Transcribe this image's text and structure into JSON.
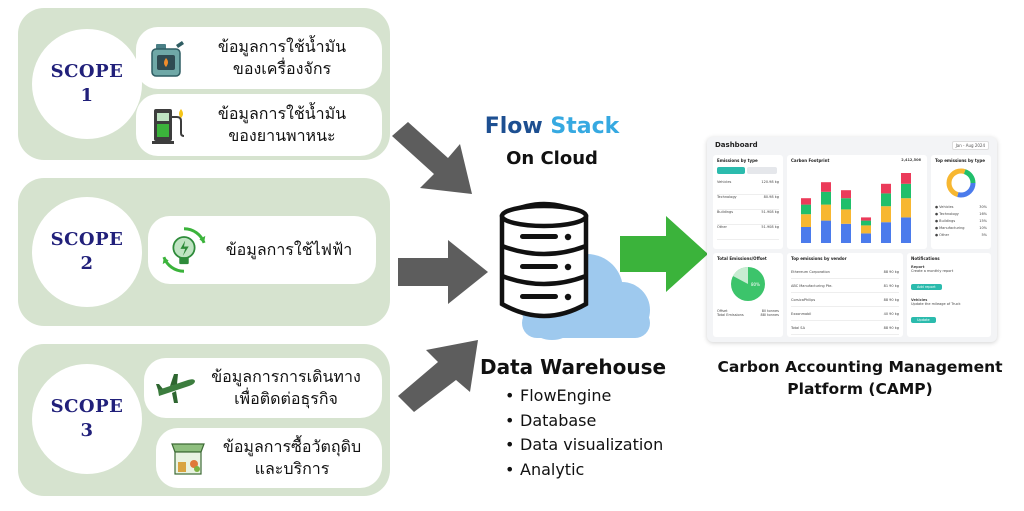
{
  "scopes": [
    {
      "label": "SCOPE",
      "number": "1",
      "items": [
        {
          "text": "ข้อมูลการใช้น้ำมัน\nของเครื่องจักร",
          "icon": "fuel-can-icon"
        },
        {
          "text": "ข้อมูลการใช้น้ำมัน\nของยานพาหนะ",
          "icon": "fuel-pump-icon"
        }
      ]
    },
    {
      "label": "SCOPE",
      "number": "2",
      "items": [
        {
          "text": "ข้อมูลการใช้ไฟฟ้า",
          "icon": "eco-bulb-icon"
        }
      ]
    },
    {
      "label": "SCOPE",
      "number": "3",
      "items": [
        {
          "text": "ข้อมูลการการเดินทาง\nเพื่อติดต่อธุรกิจ",
          "icon": "airplane-icon"
        },
        {
          "text": "ข้อมูลการซื้อวัตถุดิบ\nและบริการ",
          "icon": "market-stall-icon"
        }
      ]
    }
  ],
  "flowstack": {
    "word1": "Flow",
    "word2": "Stack",
    "subtitle": "On Cloud"
  },
  "warehouse": {
    "title": "Data Warehouse",
    "features": [
      "FlowEngine",
      "Database",
      "Data visualization",
      "Analytic"
    ]
  },
  "camp": {
    "title_line1": "Carbon Accounting Management",
    "title_line2": "Platform (CAMP)"
  },
  "dashboard": {
    "title": "Dashboard",
    "date_range": "Jan - Aug 2024",
    "cards": {
      "emissions_by_type": "Emissions by type",
      "carbon_footprint": "Carbon Footprint",
      "top_emissions_by_type": "Top emissions by type",
      "total_emissions_offset": "Total Emissions/Offset",
      "top_emissions_by_vendor": "Top emissions by vendor",
      "notifications": "Notifications"
    },
    "footprint_value": "2,412,506",
    "emission_rows": [
      {
        "name": "Vehicles",
        "value": "120.98 kg"
      },
      {
        "name": "Technology",
        "value": "80.98 kg"
      },
      {
        "name": "Buildings",
        "value": "51.908 kg"
      },
      {
        "name": "Other",
        "value": "51.908 kg"
      }
    ],
    "type_legend": [
      {
        "name": "Vehicles",
        "pct": "30%"
      },
      {
        "name": "Technology",
        "pct": "16%"
      },
      {
        "name": "Buildings",
        "pct": "15%"
      },
      {
        "name": "Manufacturing",
        "pct": "10%"
      },
      {
        "name": "Other",
        "pct": "5%"
      }
    ],
    "vendors": [
      {
        "name": "Ethereum Corporation",
        "value": "88 90 kg"
      },
      {
        "name": "ABC Manufacturing Pte.",
        "value": "81 90 kg"
      },
      {
        "name": "CorsicaPhilips",
        "value": "88 90 kg"
      },
      {
        "name": "Exxonmobil",
        "value": "40 90 kg"
      },
      {
        "name": "Total SA",
        "value": "88 90 kg"
      }
    ],
    "offset_legend": [
      "Offset",
      "Total Emissions"
    ],
    "offset_values": [
      "8ll tonnes",
      "88l tonnes"
    ],
    "offset_pct": "80%",
    "notifications": [
      {
        "title": "Report",
        "desc": "Create a monthly report",
        "action": "Add report"
      },
      {
        "title": "Vehicles",
        "desc": "Update the mileage of Truck",
        "action": "Update"
      }
    ],
    "colors": {
      "vehicles": "#4b7bec",
      "technology": "#f7b731",
      "buildings": "#20bf6b",
      "manufacturing": "#45aaf2",
      "other": "#eb3b5a"
    }
  },
  "colors": {
    "panel": "#d6e3cf",
    "scope_text": "#21207a",
    "arrow_gray": "#5d5d5d",
    "arrow_green": "#3bb33b",
    "flow_dark": "#1d4f91",
    "flow_light": "#36a9e1",
    "cloud": "#9ec9ee"
  }
}
